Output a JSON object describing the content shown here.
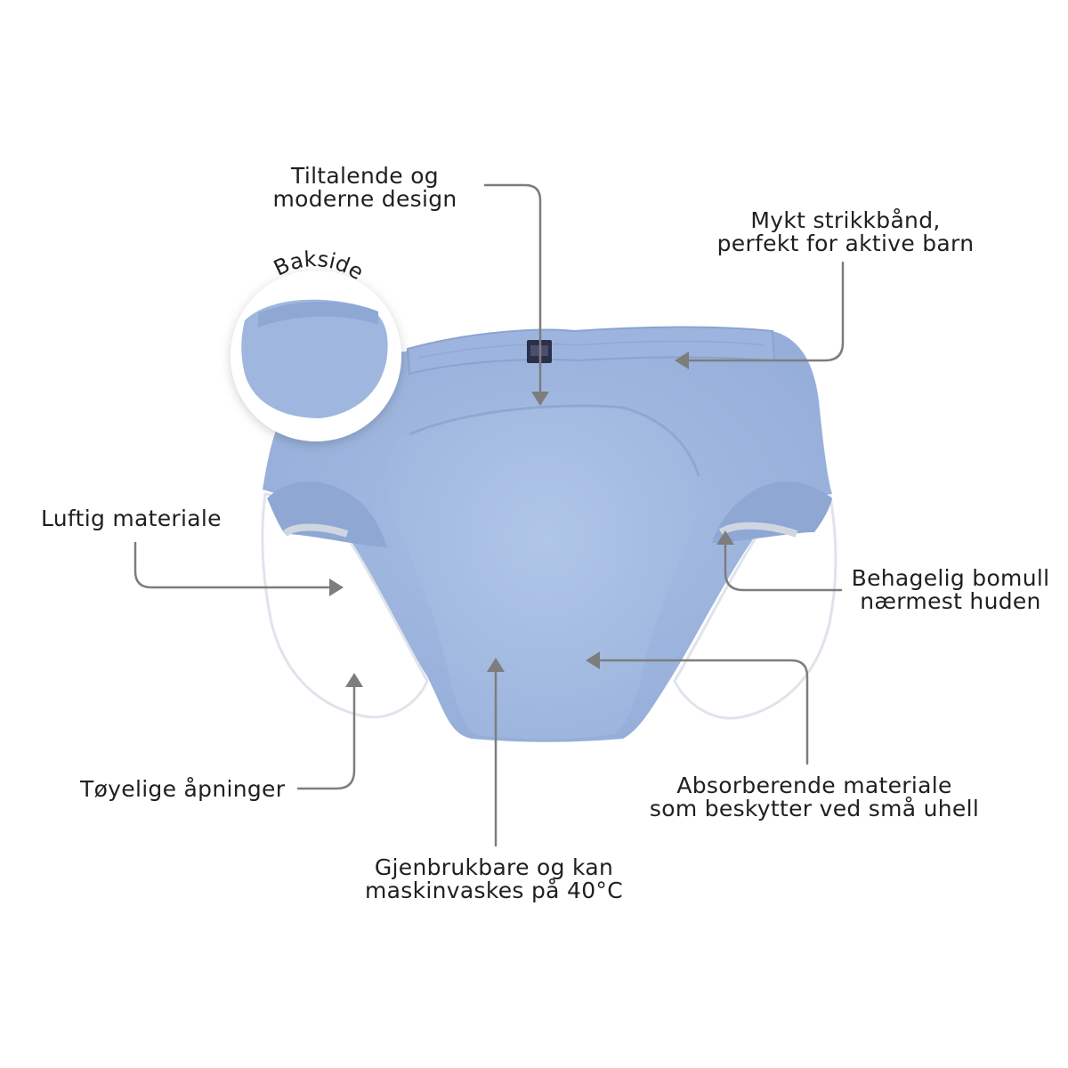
{
  "callouts": {
    "design": [
      "Tiltalende og",
      "moderne design"
    ],
    "waistband": [
      "Mykt strikkbånd,",
      "perfekt for aktive barn"
    ],
    "airy": [
      "Luftig materiale"
    ],
    "cotton": [
      "Behagelig bomull",
      "nærmest huden"
    ],
    "openings": [
      "Tøyelige åpninger"
    ],
    "absorbent": [
      "Absorberende materiale",
      "som beskytter ved små uhell"
    ],
    "reusable": [
      "Gjenbrukbare og kan",
      "maskinvaskes på 40°C"
    ]
  },
  "inset": {
    "label": "Bakside"
  },
  "colors": {
    "fabric": "#9fb6de",
    "fabric_dark": "#8aa3cf",
    "panel": "#a9c0e4",
    "lining": "#ffffff",
    "arrow": "#7d7d7d",
    "text": "#1f1f1f"
  }
}
